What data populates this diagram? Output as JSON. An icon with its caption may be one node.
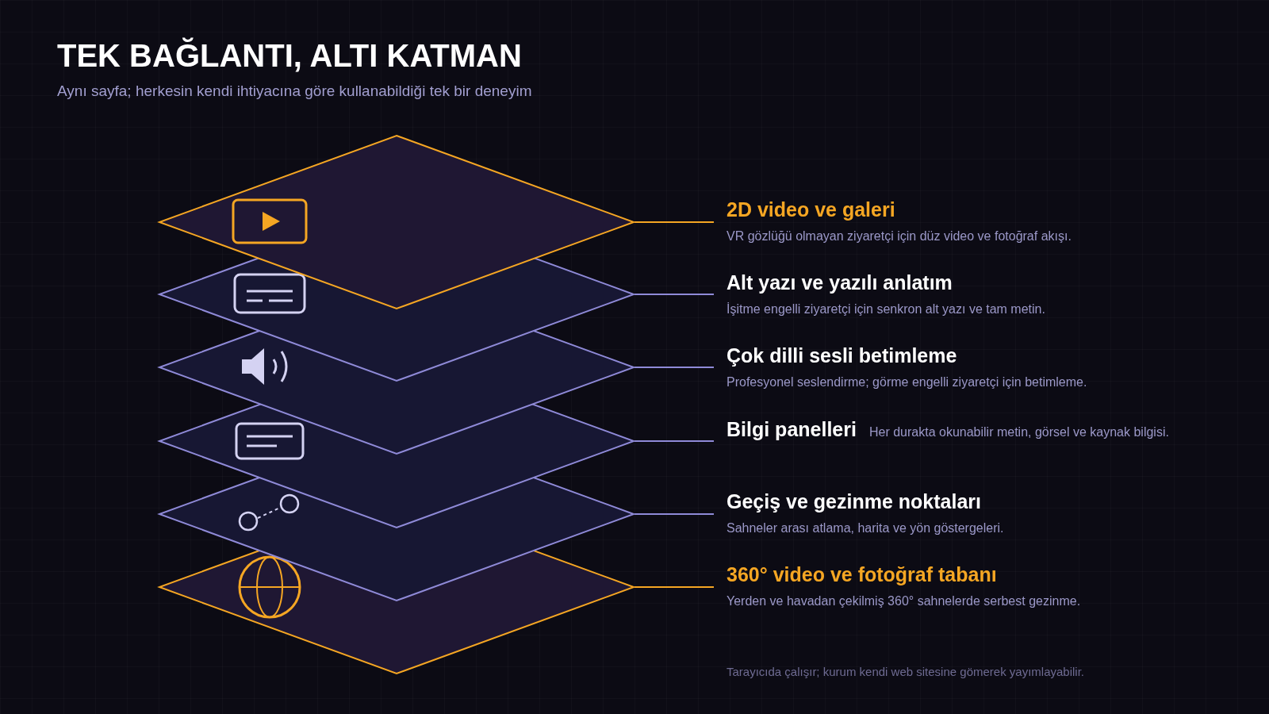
{
  "diagram": {
    "title": "TEK BAĞLANTI, ALTI KATMAN",
    "nodes": [
      {
        "text": [],
        "shape": "diamond"
      },
      {
        "text": [],
        "shape": "diamond"
      },
      {
        "text": [],
        "shape": "diamond"
      },
      {
        "text": [],
        "shape": "diamond"
      },
      {
        "text": [],
        "shape": "diamond"
      },
      {
        "text": [],
        "shape": "diamond"
      },
      {
        "text": [
          "2D video ve galeri",
          "VR gözlüğü olmayan ziyaretçi için düz video ve fotoğraf akışı."
        ]
      },
      {
        "text": [
          "Alt yazı ve yazılı anlatım",
          "İşitme engelli ziyaretçi için senkron alt yazı ve tam metin."
        ]
      },
      {
        "text": [
          "Çok dilli sesli betimleme",
          "Profesyonel seslendirme; görme engelli ziyaretçi için betimleme."
        ]
      },
      {
        "text": [
          "Bilgi panelleri",
          "Her durakta okunabilir metin, görsel ve kaynak bilgisi."
        ]
      },
      {
        "text": [
          "Geçiş ve gezinme noktaları",
          "Sahneler arası atlama, harita ve yön göstergeleri."
        ]
      },
      {
        "text": [
          "360° video ve fotoğraf tabanı",
          "Yerden ve havadan çekilmiş 360° sahnelerde serbest gezinme."
        ]
      }
    ],
    "edges": [
      {
        "from": 6,
        "to": 0,
        "arrow": "none",
        "color": "#f5a623"
      },
      {
        "from": 7,
        "to": 1,
        "arrow": "none"
      },
      {
        "from": 8,
        "to": 2,
        "arrow": "none"
      },
      {
        "from": 9,
        "to": 3,
        "arrow": "none"
      },
      {
        "from": 10,
        "to": 4,
        "arrow": "none"
      },
      {
        "from": 11,
        "to": 5,
        "arrow": "none",
        "color": "#f5a623"
      }
    ],
    "labels": [
      "Aynı sayfa; herkesin kendi ihtiyacına göre kullanabildiği tek bir deneyim",
      "Tarayıcıda çalışır; kurum kendi web sitesine gömerek yayımlayabilir."
    ]
  }
}
